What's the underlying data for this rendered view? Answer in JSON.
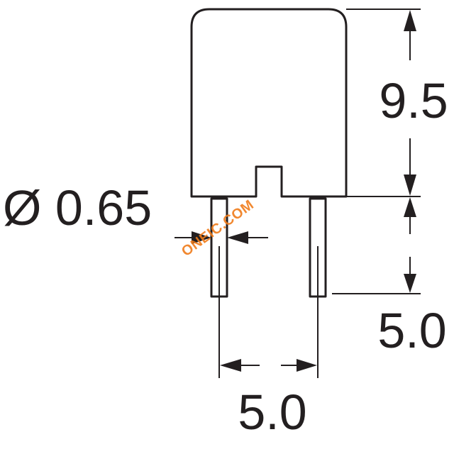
{
  "dimensions": {
    "body_height": "9.5",
    "lead_length": "5.0",
    "lead_spacing": "5.0",
    "lead_diameter": "Ø 0.65"
  },
  "watermark": {
    "text": "ONEIC.COM",
    "color": "#f07c1a"
  },
  "colors": {
    "line": "#231f20",
    "background": "#ffffff"
  }
}
